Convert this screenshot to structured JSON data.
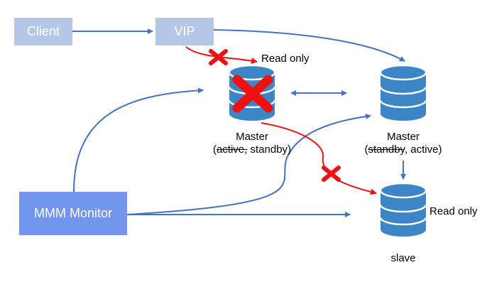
{
  "nodes": {
    "client": "Client",
    "vip": "VIP",
    "monitor": "MMM Monitor"
  },
  "labels": {
    "old_master_title": "Master",
    "old_master_open": "(",
    "old_master_struck": "active,",
    "old_master_rest": " standby)",
    "new_master_title": "Master",
    "new_master_open": "(",
    "new_master_struck": "standby",
    "new_master_rest": ", active)",
    "slave_name": "slave",
    "read_only_top": "Read only",
    "read_only_slave": "Read only"
  },
  "colors": {
    "box_light": "#b4c7e7",
    "box_monitor": "#7295ee",
    "arrow_blue": "#4472c4",
    "db_blue": "#3c86c8",
    "failure_red": "#ee1111"
  }
}
